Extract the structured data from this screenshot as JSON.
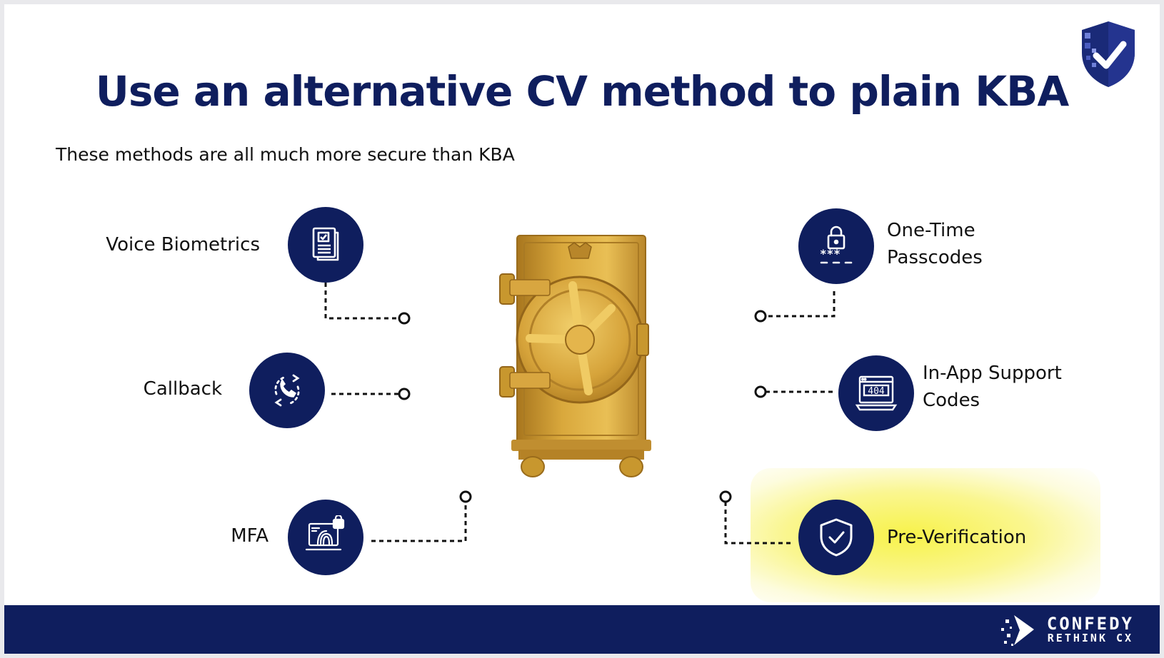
{
  "slide": {
    "title": "Use an alternative CV method to plain KBA",
    "subtitle": "These methods are all much more secure than KBA"
  },
  "methods": {
    "voice_biometrics": {
      "label": "Voice Biometrics",
      "icon": "document-check-icon"
    },
    "callback": {
      "label": "Callback",
      "icon": "phone-callback-icon"
    },
    "mfa": {
      "label": "MFA",
      "icon": "fingerprint-laptop-icon"
    },
    "one_time_passcodes": {
      "line1": "One-Time",
      "line2": "Passcodes",
      "icon": "lock-password-icon"
    },
    "in_app_support_codes": {
      "line1": "In-App Support",
      "line2": "Codes",
      "icon": "laptop-code-icon",
      "screen_code": "404"
    },
    "pre_verification": {
      "label": "Pre-Verification",
      "icon": "shield-check-icon",
      "highlighted": true
    }
  },
  "brand": {
    "name": "CONFEDY",
    "tagline": "RETHINK CX"
  },
  "colors": {
    "navy": "#0f1e5e",
    "gold": "#c8972e",
    "highlight": "#f7f24a",
    "text": "#111111"
  }
}
